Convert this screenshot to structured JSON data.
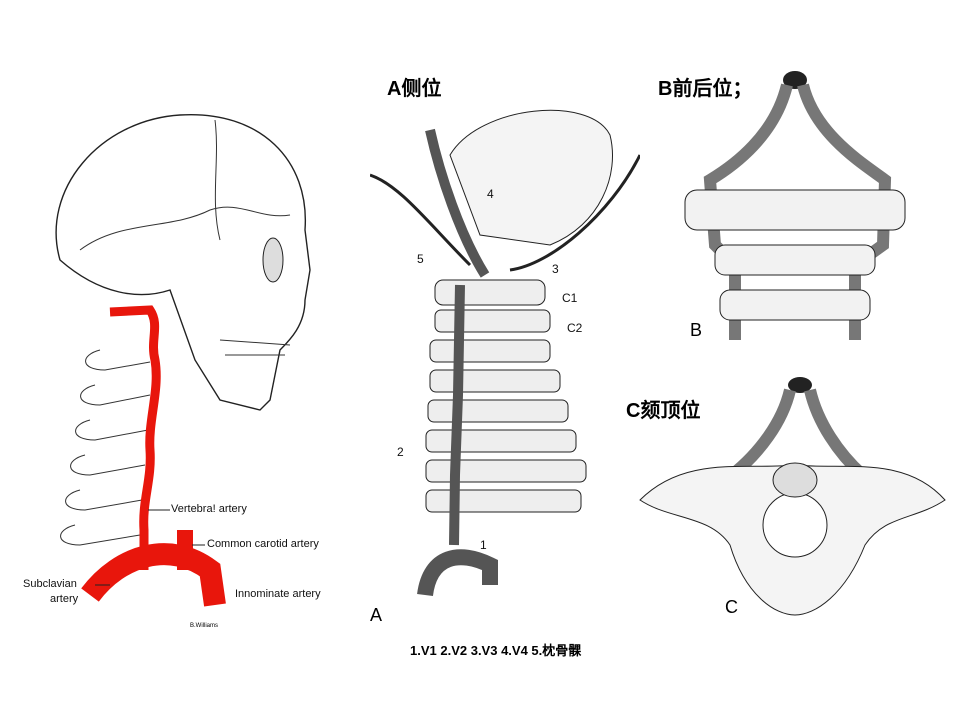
{
  "slide": {
    "left_figure": {
      "labels": {
        "vertebral": "Vertebra! artery",
        "common_carotid": "Common carotid artery",
        "subclavian": "Subclavian\nartery",
        "subclavian_line1": "Subclavian",
        "subclavian_line2": "artery",
        "innominate": "Innominate artery",
        "signature": "B.Williams"
      },
      "artery_color": "#e8160c"
    },
    "figure_a": {
      "title": "A侧位",
      "letter": "A",
      "markers": [
        "1",
        "2",
        "3",
        "4",
        "5"
      ],
      "vertebra_labels": [
        "C1",
        "C2"
      ]
    },
    "figure_b": {
      "title": "B前后位；",
      "letter": "B"
    },
    "figure_c": {
      "title": "C颏顶位",
      "letter": "C"
    },
    "caption": "1.V1 2.V2 3.V3 4.V4 5.枕骨髁"
  }
}
